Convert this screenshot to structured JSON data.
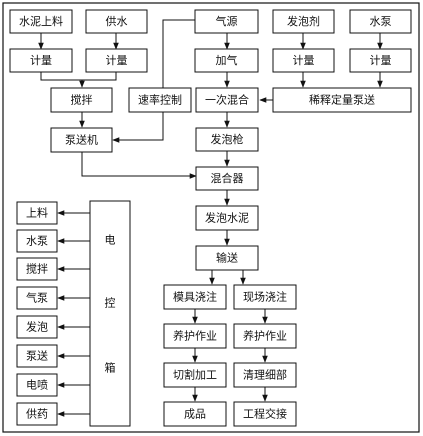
{
  "nodes": {
    "cement_feed": "水泥上料",
    "water_supply": "供水",
    "air_source": "气源",
    "foaming_agent": "发泡剂",
    "water_pump_top": "水泵",
    "meter_1": "计量",
    "meter_2": "计量",
    "add_air": "加气",
    "meter_3": "计量",
    "meter_4": "计量",
    "stirring": "搅拌",
    "speed_control": "速率控制",
    "primary_mix": "一次混合",
    "dilute_pump": "稀释定量泵送",
    "pump_machine": "泵送机",
    "foam_gun": "发泡枪",
    "mixer": "混合器",
    "foam_cement": "发泡水泥",
    "conveying": "输送",
    "mold_casting": "模具浇注",
    "site_casting": "现场浇注",
    "curing_1": "养护作业",
    "curing_2": "养护作业",
    "cutting": "切割加工",
    "clean_detail": "清理细部",
    "product": "成品",
    "handover": "工程交接",
    "ctrl_feed": "上料",
    "ctrl_pump": "水泵",
    "ctrl_stir": "搅拌",
    "ctrl_airpump": "气泵",
    "ctrl_foam": "发泡",
    "ctrl_deliver": "泵送",
    "ctrl_spray": "电喷",
    "ctrl_dose": "供药",
    "control_box": [
      "电",
      "控",
      "箱"
    ]
  }
}
